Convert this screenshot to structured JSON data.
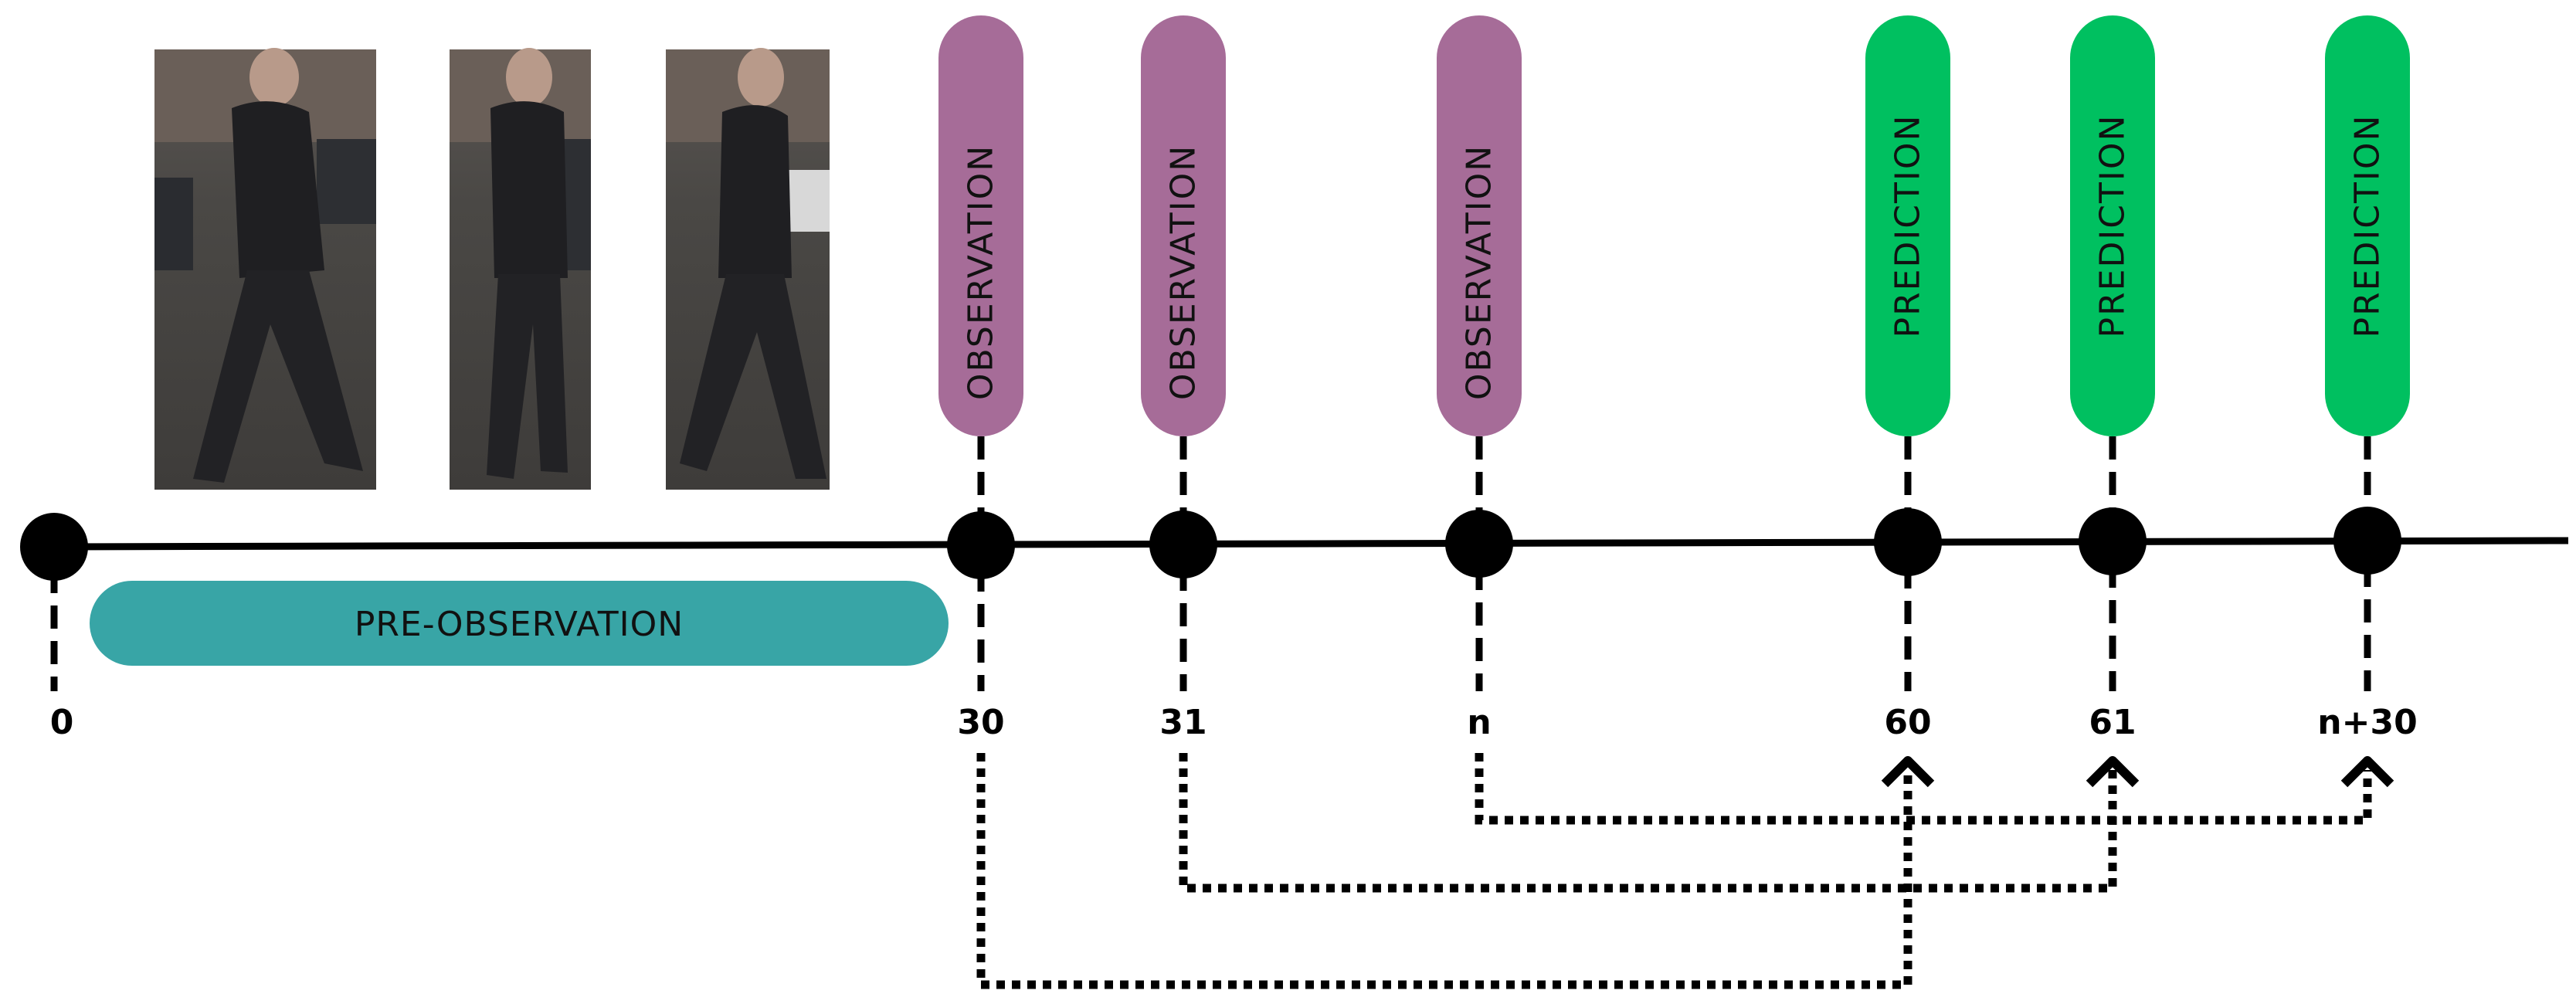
{
  "colors": {
    "observation": "#a66c98",
    "prediction": "#00c060",
    "pre_observation": "#38a5a6",
    "line": "#000000"
  },
  "pre_observation": {
    "label": "PRE-OBSERVATION"
  },
  "observations": [
    {
      "label": "OBSERVATION"
    },
    {
      "label": "OBSERVATION"
    },
    {
      "label": "OBSERVATION"
    }
  ],
  "predictions": [
    {
      "label": "PREDICTION"
    },
    {
      "label": "PREDICTION"
    },
    {
      "label": "PREDICTION"
    }
  ],
  "ticks": [
    "0",
    "30",
    "31",
    "n",
    "60",
    "61",
    "n+30"
  ],
  "frames": [
    {
      "icon": "pedestrian-frame-1"
    },
    {
      "icon": "pedestrian-frame-2"
    },
    {
      "icon": "pedestrian-frame-3"
    }
  ]
}
